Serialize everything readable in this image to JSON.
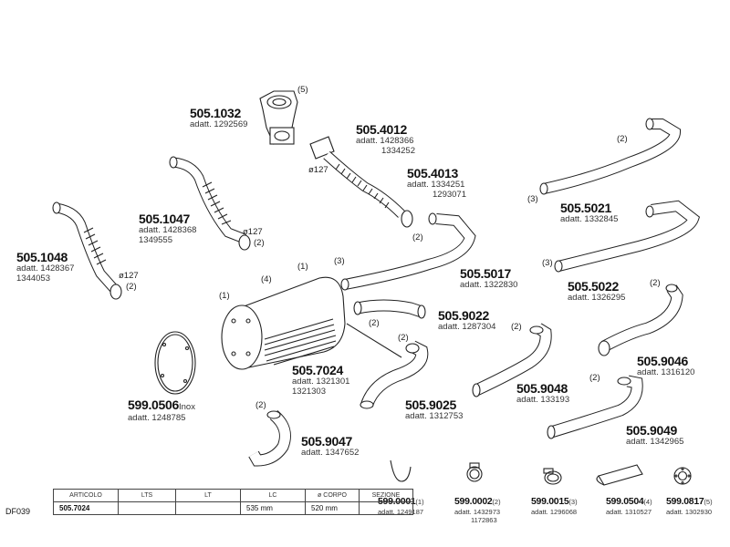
{
  "parts": {
    "p5051032": {
      "code": "505.1032",
      "adatt": "adatt. 1292569"
    },
    "p5054012": {
      "code": "505.4012",
      "adatt": "adatt. 1428366",
      "adatt2": "1334252"
    },
    "p5054013": {
      "code": "505.4013",
      "adatt": "adatt. 1334251",
      "adatt2": "1293071"
    },
    "p5051047": {
      "code": "505.1047",
      "adatt": "adatt. 1428368",
      "adatt2": "1349555"
    },
    "p5051048": {
      "code": "505.1048",
      "adatt": "adatt. 1428367",
      "adatt2": "1344053"
    },
    "p5055021": {
      "code": "505.5021",
      "adatt": "adatt. 1332845"
    },
    "p5055022": {
      "code": "505.5022",
      "adatt": "adatt. 1326295"
    },
    "p5055017": {
      "code": "505.5017",
      "adatt": "adatt. 1322830"
    },
    "p5059022": {
      "code": "505.9022",
      "adatt": "adatt. 1287304"
    },
    "p5057024": {
      "code": "505.7024",
      "adatt": "adatt. 1321301",
      "adatt2": "1321303"
    },
    "p5990506": {
      "code": "599.0506",
      "suffix": "Inox",
      "adatt": "adatt. 1248785"
    },
    "p5059025": {
      "code": "505.9025",
      "adatt": "adatt. 1312753"
    },
    "p5059048": {
      "code": "505.9048",
      "adatt": "adatt. 133193"
    },
    "p5059046": {
      "code": "505.9046",
      "adatt": "adatt. 1316120"
    },
    "p5059049": {
      "code": "505.9049",
      "adatt": "adatt. 1342965"
    },
    "p5059047": {
      "code": "505.9047",
      "adatt": "adatt. 1347652"
    }
  },
  "callouts": {
    "c1": "(5)",
    "c2": "(2)",
    "c3": "(3)",
    "c4": "(1)",
    "c5": "(4)",
    "d127": "ø127"
  },
  "small_parts": [
    {
      "code": "599.0001",
      "qty": "(1)",
      "adatt": "adatt. 1249187",
      "adatt2": ""
    },
    {
      "code": "599.0002",
      "qty": "(2)",
      "adatt": "adatt. 1432973",
      "adatt2": "1172863"
    },
    {
      "code": "599.0015",
      "qty": "(3)",
      "adatt": "adatt. 1296068",
      "adatt2": ""
    },
    {
      "code": "599.0504",
      "qty": "(4)",
      "adatt": "adatt. 1310527",
      "adatt2": ""
    },
    {
      "code": "599.0817",
      "qty": "(5)",
      "adatt": "adatt. 1302930",
      "adatt2": ""
    }
  ],
  "spec_table": {
    "headers": [
      "ARTICOLO",
      "LTS",
      "LT",
      "LC",
      "ø CORPO",
      "SEZIONE"
    ],
    "row": [
      "505.7024",
      "",
      "",
      "535  mm",
      "520  mm",
      ""
    ]
  },
  "diagram_code": "DF039"
}
